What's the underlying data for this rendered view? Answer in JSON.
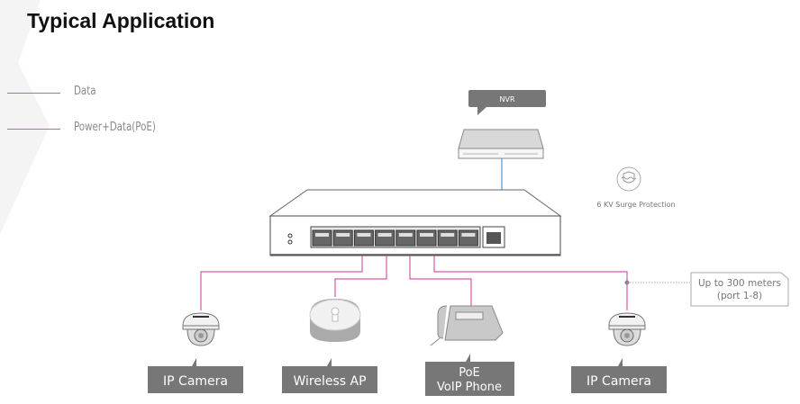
{
  "title": "Typical Application",
  "legend": [
    {
      "label": "Data",
      "color": "#5b8fd0"
    },
    {
      "label": "Power+Data(PoE)",
      "color": "#d45aa8"
    }
  ],
  "nvr": {
    "label": "NVR"
  },
  "surge": {
    "label": "6 KV Surge Protection",
    "icon": "shield-wave-icon"
  },
  "distance_note": {
    "line1": "Up to 300 meters",
    "line2": "(port 1-8)"
  },
  "switch": {
    "poe_ports": 8,
    "uplink_ports": 1
  },
  "devices": [
    {
      "label": "IP Camera",
      "icon": "dome-camera-icon"
    },
    {
      "label": "Wireless AP",
      "icon": "wireless-ap-icon"
    },
    {
      "label_line1": "PoE",
      "label_line2": "VoIP Phone",
      "icon": "phone-icon"
    },
    {
      "label": "IP Camera",
      "icon": "dome-camera-icon"
    }
  ]
}
